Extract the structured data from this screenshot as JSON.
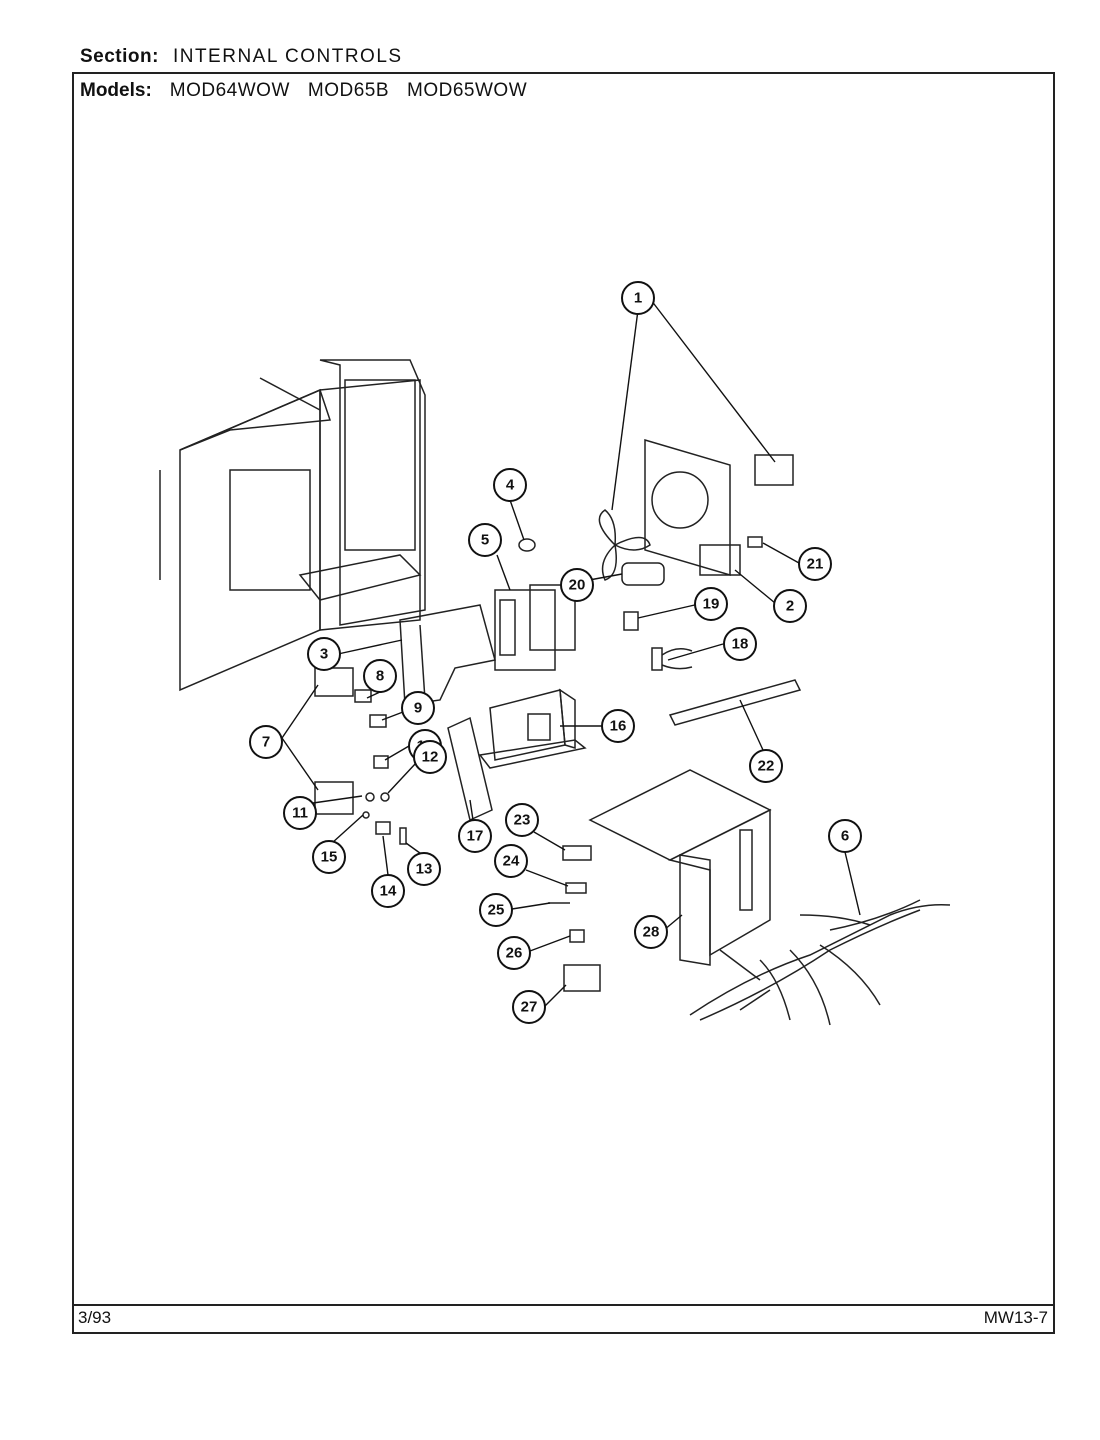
{
  "header": {
    "section_label": "Section:",
    "section_value": "INTERNAL CONTROLS",
    "models_label": "Models:",
    "models": [
      "MOD64WOW",
      "MOD65B",
      "MOD65WOW"
    ]
  },
  "footer": {
    "date": "3/93",
    "code": "MW13-7"
  },
  "callouts": [
    "1",
    "2",
    "3",
    "4",
    "5",
    "6",
    "7",
    "8",
    "9",
    "10",
    "11",
    "12",
    "13",
    "14",
    "15",
    "16",
    "17",
    "18",
    "19",
    "20",
    "21",
    "22",
    "23",
    "24",
    "25",
    "26",
    "27",
    "28"
  ]
}
